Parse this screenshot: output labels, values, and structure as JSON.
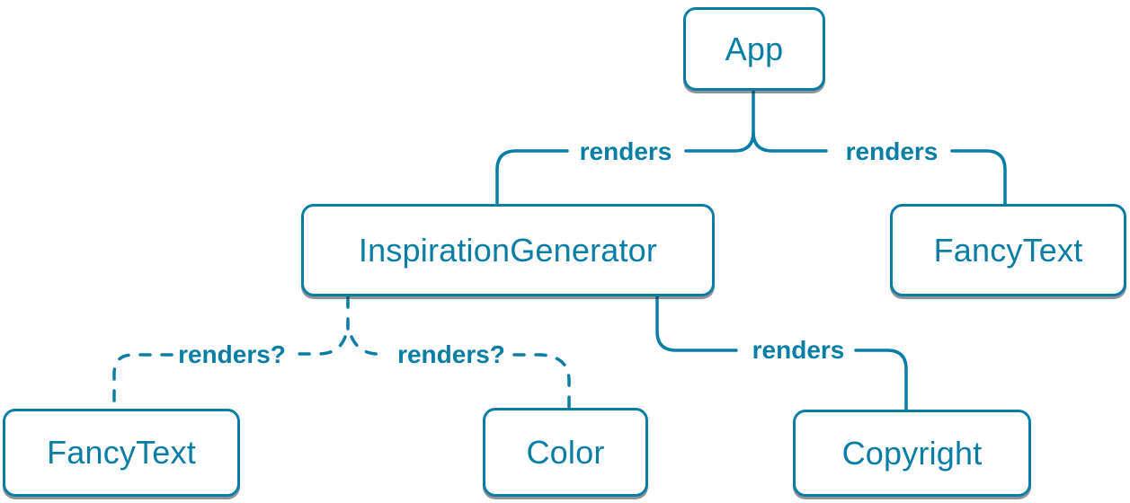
{
  "palette": {
    "accent": "#087ea4",
    "box_fill": "#ffffff",
    "shadow": "rgba(35,39,47,0.5)"
  },
  "diagram_type": "component-render-tree",
  "nodes": [
    {
      "id": "app",
      "label": "App"
    },
    {
      "id": "inspiration-generator",
      "label": "InspirationGenerator"
    },
    {
      "id": "fancy-text-top",
      "label": "FancyText"
    },
    {
      "id": "fancy-text-bottom",
      "label": "FancyText"
    },
    {
      "id": "color",
      "label": "Color"
    },
    {
      "id": "copyright",
      "label": "Copyright"
    }
  ],
  "edges": [
    {
      "from": "App",
      "to": "InspirationGenerator",
      "label": "renders",
      "style": "solid"
    },
    {
      "from": "App",
      "to": "FancyText",
      "label": "renders",
      "style": "solid"
    },
    {
      "from": "InspirationGenerator",
      "to": "FancyText",
      "label": "renders?",
      "style": "dashed"
    },
    {
      "from": "InspirationGenerator",
      "to": "Color",
      "label": "renders?",
      "style": "dashed"
    },
    {
      "from": "InspirationGenerator",
      "to": "Copyright",
      "label": "renders",
      "style": "solid"
    }
  ]
}
